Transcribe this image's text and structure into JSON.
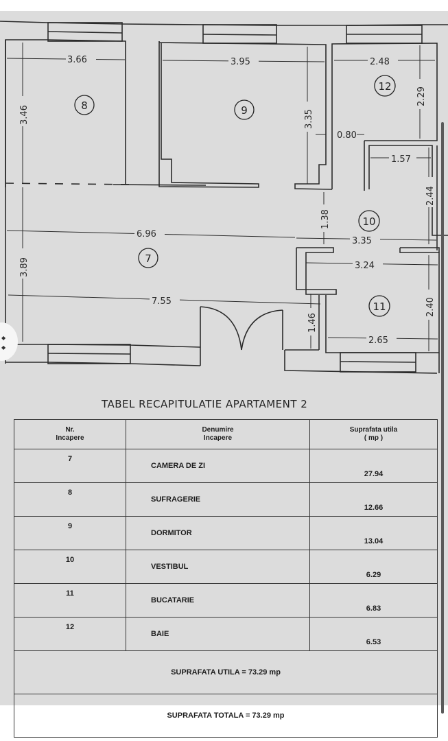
{
  "floor_plan": {
    "rooms": [
      {
        "number": "7",
        "label": "7"
      },
      {
        "number": "8",
        "label": "8"
      },
      {
        "number": "9",
        "label": "9"
      },
      {
        "number": "10",
        "label": "10"
      },
      {
        "number": "11",
        "label": "11"
      },
      {
        "number": "12",
        "label": "12"
      }
    ],
    "dimensions": {
      "room8_width": "3.66",
      "room8_height": "3.46",
      "room9_width": "3.95",
      "room9_height": "3.35",
      "room12_width": "2.48",
      "room12_height": "2.29",
      "gap_0_80": "0.80",
      "vestibul_inner_width": "1.57",
      "vestibul_height": "2.44",
      "opening_1_38": "1.38",
      "room7_upper_width": "6.96",
      "room10_width": "3.35",
      "room7_height": "3.89",
      "room11_upper_width": "3.24",
      "room7_lower_width": "7.55",
      "room11_height": "2.40",
      "wall_1_46": "1.46",
      "room11_lower_width": "2.65"
    }
  },
  "table": {
    "title": "TABEL RECAPITULATIE APARTAMENT 2",
    "headers": {
      "nr_line1": "Nr.",
      "nr_line2": "Incapere",
      "name_line1": "Denumire",
      "name_line2": "Incapere",
      "area_line1": "Suprafata utila",
      "area_line2": "( mp )"
    },
    "rows": [
      {
        "nr": "7",
        "name": "CAMERA DE ZI",
        "area": "27.94"
      },
      {
        "nr": "8",
        "name": "SUFRAGERIE",
        "area": "12.66"
      },
      {
        "nr": "9",
        "name": "DORMITOR",
        "area": "13.04"
      },
      {
        "nr": "10",
        "name": "VESTIBUL",
        "area": "6.29"
      },
      {
        "nr": "11",
        "name": "BUCATARIE",
        "area": "6.83"
      },
      {
        "nr": "12",
        "name": "BAIE",
        "area": "6.53"
      }
    ],
    "suprafata_utila": "SUPRAFATA UTILA = 73.29 mp",
    "suprafata_totala": "SUPRAFATA TOTALA = 73.29 mp"
  }
}
